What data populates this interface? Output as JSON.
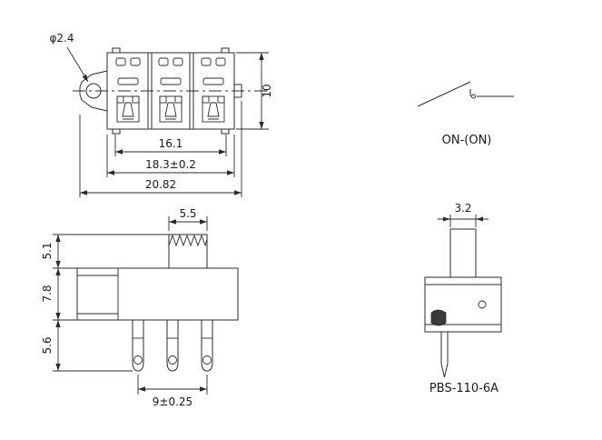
{
  "views": {
    "top": {
      "hole_dia": "φ2.4",
      "height": "10",
      "width_inner": "16.1",
      "width_mid": "18.3±0.2",
      "width_outer": "20.82"
    },
    "circuit": {
      "label": "ON-(ON)"
    },
    "side": {
      "knob_width": "5.5",
      "knob_height": "5.1",
      "body_height": "7.8",
      "pin_length": "5.6",
      "pin_spacing": "9±0.25"
    },
    "front": {
      "knob_width": "3.2",
      "model": "PBS-110-6A"
    }
  },
  "colors": {
    "line": "#2b2b2b",
    "background": "#ffffff"
  }
}
